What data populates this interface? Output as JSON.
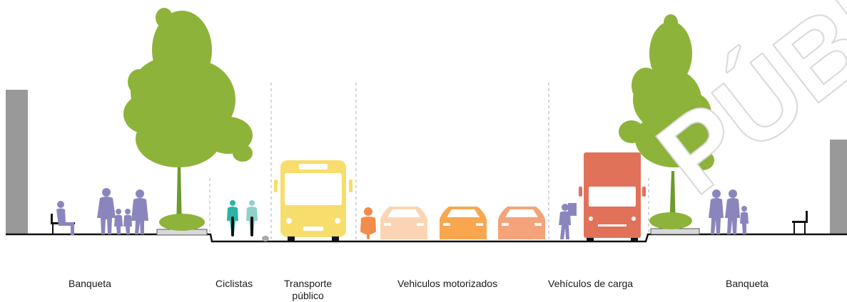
{
  "labels": {
    "banqueta_left": "Banqueta",
    "ciclistas": "Ciclistas",
    "transporte_line1": "Transporte",
    "transporte_line2": "público",
    "vehiculos_motorizados": "Vehiculos motorizados",
    "vehiculos_carga": "Vehículos de carga",
    "banqueta_right": "Banqueta"
  },
  "watermark": "PÚBLI",
  "colors": {
    "building": "#999999",
    "ground": "#111111",
    "tree": "#8db33a",
    "tree_dark": "#6d9a2c",
    "pedestrian": "#8b85be",
    "cyclist_teal": "#2bb3a6",
    "cyclist_light": "#8fd1c9",
    "bus": "#f7dd6b",
    "motorcycle": "#f28c4a",
    "car_light": "#fbd5b3",
    "car_orange": "#f9a64f",
    "car_salmon": "#f5a37a",
    "truck": "#e2715a",
    "delivery_person": "#8b85be",
    "divider": "#bbbbbb"
  }
}
